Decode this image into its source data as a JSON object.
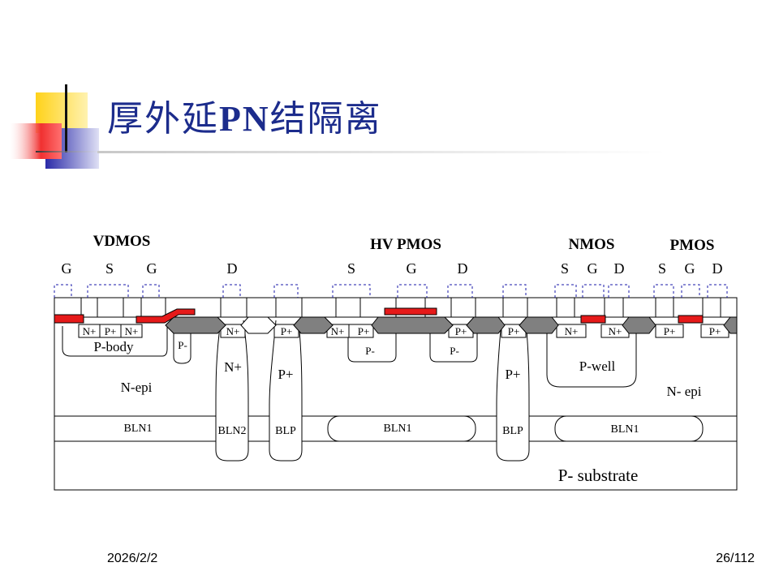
{
  "slide": {
    "title_cn": "厚外延",
    "title_bold": "PN",
    "title_cn2": "结隔离",
    "date": "2026/2/2",
    "page": "26/112"
  },
  "diagram": {
    "devices": {
      "vdmos": "VDMOS",
      "hvpmos": "HV PMOS",
      "nmos": "NMOS",
      "pmos": "PMOS"
    },
    "terminals": {
      "g": "G",
      "s": "S",
      "d": "D"
    },
    "regions": {
      "np": "N+",
      "pp": "P+",
      "pm": "P-",
      "pbody": "P-body",
      "nepi": "N-epi",
      "nepi2": "N- epi",
      "pwell": "P-well",
      "bln1": "BLN1",
      "bln2": "BLN2",
      "blp": "BLP",
      "psub": "P- substrate"
    },
    "colors": {
      "gate": "#e61a1a",
      "oxide": "#808080",
      "title": "#1c2c8c"
    }
  }
}
